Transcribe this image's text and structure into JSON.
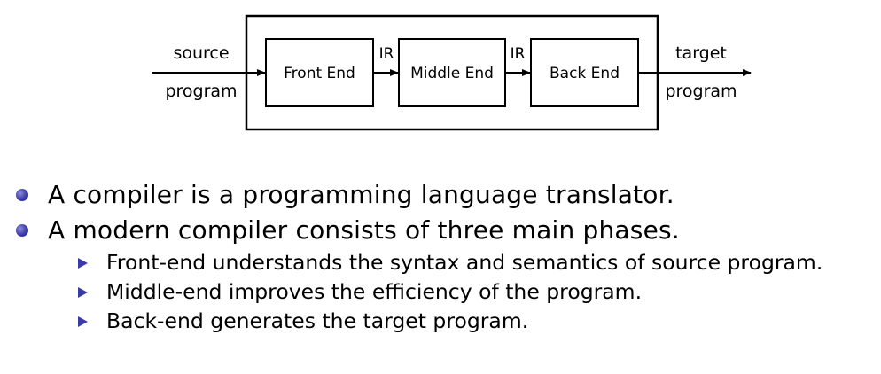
{
  "diagram": {
    "input_label_top": "source",
    "input_label_bottom": "program",
    "output_label_top": "target",
    "output_label_bottom": "program",
    "stages": [
      {
        "label": "Front End"
      },
      {
        "label": "Middle End"
      },
      {
        "label": "Back End"
      }
    ],
    "connectors": [
      "IR",
      "IR"
    ]
  },
  "bullets": [
    {
      "text": "A compiler is a programming language translator."
    },
    {
      "text": "A modern compiler consists of three main phases.",
      "sub": [
        "Front-end understands the syntax and semantics of source program.",
        "Middle-end improves the efficiency of the program.",
        "Back-end generates the target program."
      ]
    }
  ],
  "colors": {
    "bullet": "#3b3ba8",
    "lines": "#000000"
  }
}
